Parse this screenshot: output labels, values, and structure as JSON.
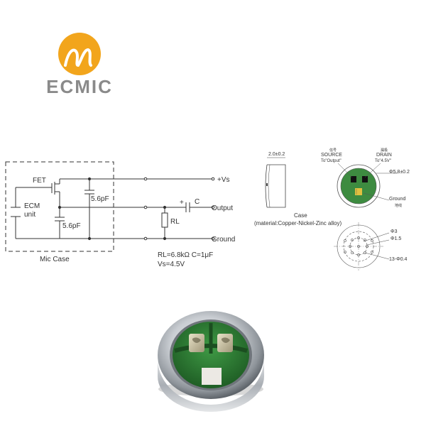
{
  "logo": {
    "brand_text": "ECMIC",
    "accent_color": "#F2A51C",
    "text_color": "#8A8A8A"
  },
  "schematic": {
    "fet_label": "FET",
    "ecm_label_line1": "ECM",
    "ecm_label_line2": "unit",
    "cap_top_label": "5.6pF",
    "cap_bottom_label": "5.6pF",
    "vs_label": "+Vs",
    "output_label": "Output",
    "ground_label": "Ground",
    "c_label": "C",
    "plus_label": "+",
    "rl_label": "RL",
    "mic_case_label": "Mic Case",
    "values_line1": "RL=6.8kΩ  C=1μF",
    "values_line2": "Vs=4.5V"
  },
  "drawing": {
    "thickness_label": "2.0±0.2",
    "source_cn": "信号",
    "source_label": "SOURCE",
    "source_to": "To\"Output\"",
    "drain_cn": "漏极",
    "drain_label": "DRAIN",
    "drain_to": "To\"4.5V\"",
    "diameter_label": "Φ5.8±0.2",
    "ground_label": "Ground",
    "ground_cn": "地线",
    "case_title": "Case",
    "case_material": "(material:Copper-Nickel-Zinc alloy)",
    "hole_label_1": "Φ3",
    "hole_label_2": "Φ1.5",
    "hole_label_3": "13-Φ0.4"
  },
  "photo": {
    "pcb_color": "#2E7D32",
    "metal_color": "#C9CDD2"
  }
}
